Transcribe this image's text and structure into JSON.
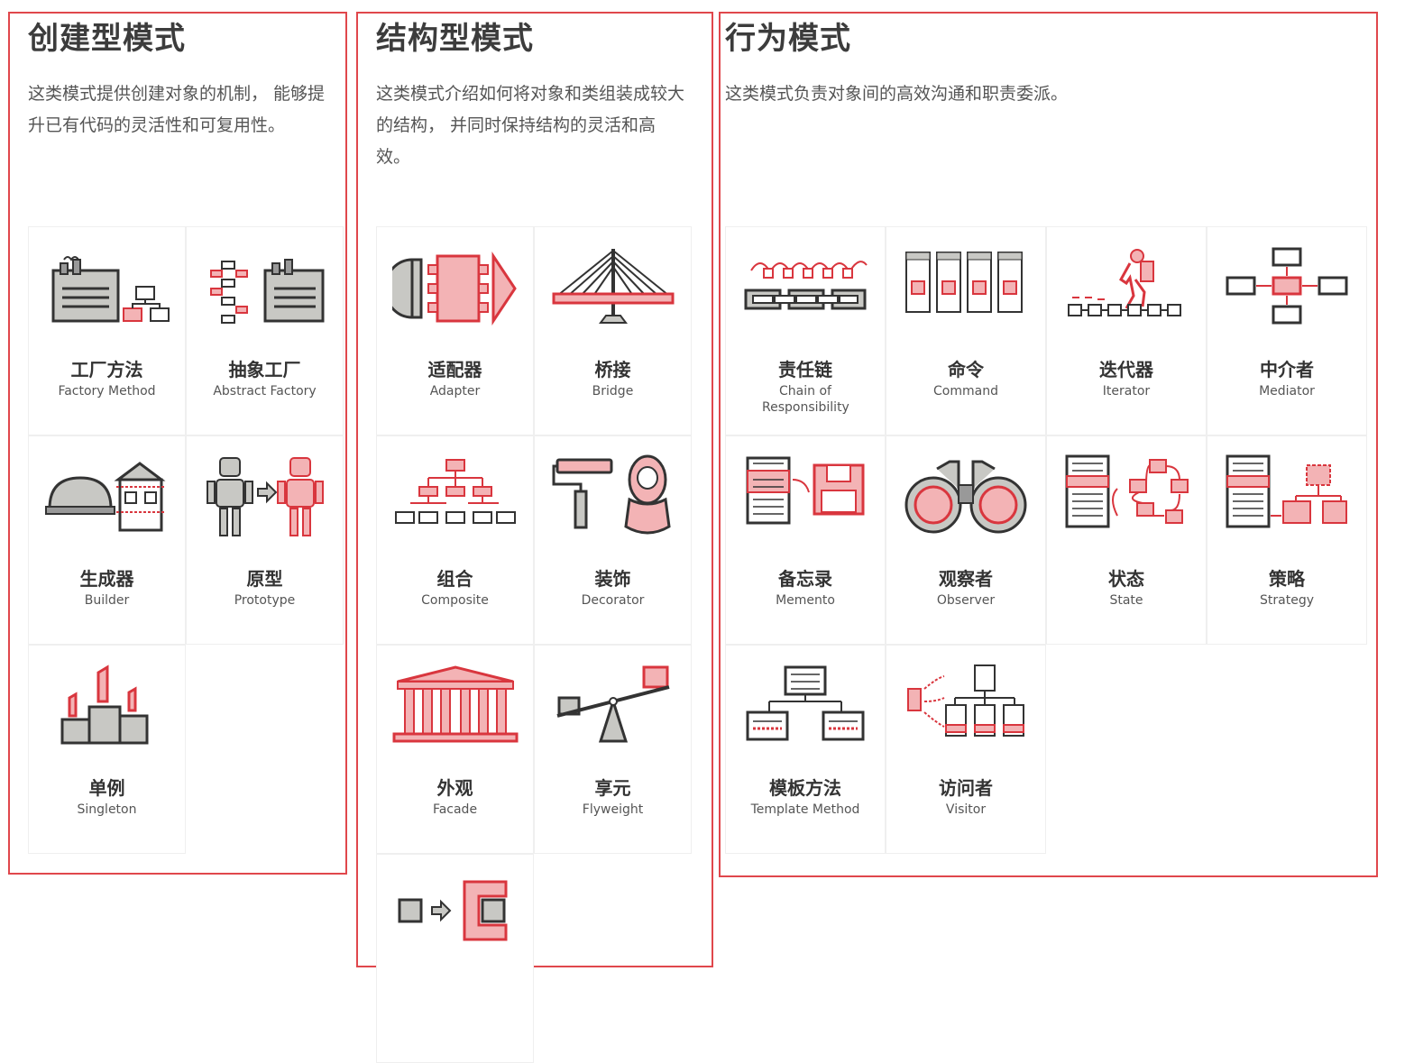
{
  "creational": {
    "title": "创建型模式",
    "desc": "这类模式提供创建对象的机制， 能够提升已有代码的灵活性和可复用性。",
    "patterns": [
      {
        "name": "工厂方法",
        "sub": "Factory Method",
        "icon": "factory-icon"
      },
      {
        "name": "抽象工厂",
        "sub": "Abstract Factory",
        "icon": "abstract-factory-icon"
      },
      {
        "name": "生成器",
        "sub": "Builder",
        "icon": "builder-icon"
      },
      {
        "name": "原型",
        "sub": "Prototype",
        "icon": "prototype-icon"
      },
      {
        "name": "单例",
        "sub": "Singleton",
        "icon": "singleton-icon"
      }
    ]
  },
  "structural": {
    "title": "结构型模式",
    "desc": "这类模式介绍如何将对象和类组装成较大的结构， 并同时保持结构的灵活和高效。",
    "patterns": [
      {
        "name": "适配器",
        "sub": "Adapter",
        "icon": "adapter-icon"
      },
      {
        "name": "桥接",
        "sub": "Bridge",
        "icon": "bridge-icon"
      },
      {
        "name": "组合",
        "sub": "Composite",
        "icon": "composite-icon"
      },
      {
        "name": "装饰",
        "sub": "Decorator",
        "icon": "decorator-icon"
      },
      {
        "name": "外观",
        "sub": "Facade",
        "icon": "facade-icon"
      },
      {
        "name": "享元",
        "sub": "Flyweight",
        "icon": "flyweight-icon"
      },
      {
        "name": "",
        "sub": "",
        "icon": "proxy-icon"
      }
    ]
  },
  "behavioral": {
    "title": "行为模式",
    "desc": "这类模式负责对象间的高效沟通和职责委派。",
    "patterns": [
      {
        "name": "责任链",
        "sub": "Chain of Responsibility",
        "icon": "chain-icon"
      },
      {
        "name": "命令",
        "sub": "Command",
        "icon": "command-icon"
      },
      {
        "name": "迭代器",
        "sub": "Iterator",
        "icon": "iterator-icon"
      },
      {
        "name": "中介者",
        "sub": "Mediator",
        "icon": "mediator-icon"
      },
      {
        "name": "备忘录",
        "sub": "Memento",
        "icon": "memento-icon"
      },
      {
        "name": "观察者",
        "sub": "Observer",
        "icon": "observer-icon"
      },
      {
        "name": "状态",
        "sub": "State",
        "icon": "state-icon"
      },
      {
        "name": "策略",
        "sub": "Strategy",
        "icon": "strategy-icon"
      },
      {
        "name": "模板方法",
        "sub": "Template Method",
        "icon": "template-icon"
      },
      {
        "name": "访问者",
        "sub": "Visitor",
        "icon": "visitor-icon"
      }
    ]
  },
  "colors": {
    "accent": "#e0474c",
    "icon_red": "#d9363e",
    "icon_pink": "#f3b3b5",
    "icon_gray": "#c8c8c4",
    "icon_dark": "#333333"
  }
}
